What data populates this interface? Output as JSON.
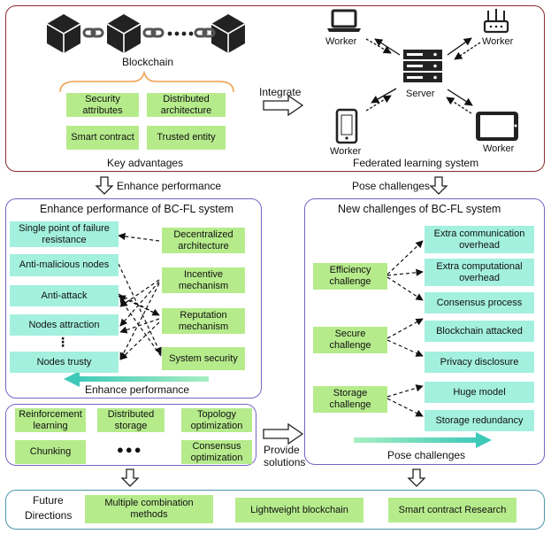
{
  "blockchain": {
    "label": "Blockchain",
    "advantages": [
      "Security attributes",
      "Distributed architecture",
      "Smart contract",
      "Trusted entity"
    ],
    "key_advantages_label": "Key advantages"
  },
  "integrate_label": "Integrate",
  "federated": {
    "workers": [
      "Worker",
      "Worker",
      "Worker",
      "Worker"
    ],
    "server_label": "Server",
    "system_label": "Federated learning system"
  },
  "links": {
    "enhance_performance": "Enhance performance",
    "pose_challenges": "Pose challenges",
    "provide_solutions_line1": "Provide",
    "provide_solutions_line2": "solutions"
  },
  "perf_panel": {
    "title": "Enhance performance of BC-FL system",
    "left_items": [
      "Single point of failure resistance",
      "Anti-malicious nodes",
      "Anti-attack",
      "Nodes attraction",
      "⋮",
      "Nodes trusty"
    ],
    "right_items": [
      "Decentralized architecture",
      "Incentive mechanism",
      "Reputation mechanism",
      "System security"
    ],
    "footer": "Enhance performance"
  },
  "chal_panel": {
    "title": "New challenges of BC-FL system",
    "categories": [
      "Efficiency challenge",
      "Secure challenge",
      "Storage challenge"
    ],
    "items": [
      "Extra communication overhead",
      "Extra computational overhead",
      "Consensus process",
      "Blockchain attacked",
      "Privacy disclosure",
      "Huge model",
      "Storage redundancy"
    ],
    "footer": "Pose challenges"
  },
  "solutions": {
    "items": [
      "Reinforcement learning",
      "Distributed storage",
      "Topology optimization",
      "Chunking",
      "Consensus optimization"
    ],
    "ellipsis": "●●●"
  },
  "future": {
    "label_line1": "Future",
    "label_line2": "Directions",
    "items": [
      "Multiple combination methods",
      "Lightweight blockchain",
      "Smart contract Research"
    ]
  },
  "colors": {
    "green_box": "#b6eb8c",
    "cyan_box": "#a3f0df",
    "top_border": "#8b2a2a",
    "panel_border": "#7a62c6",
    "future_border": "#4a97a8",
    "bracket": "#f0a050",
    "gradient_arrow": "#5fd3b0"
  }
}
